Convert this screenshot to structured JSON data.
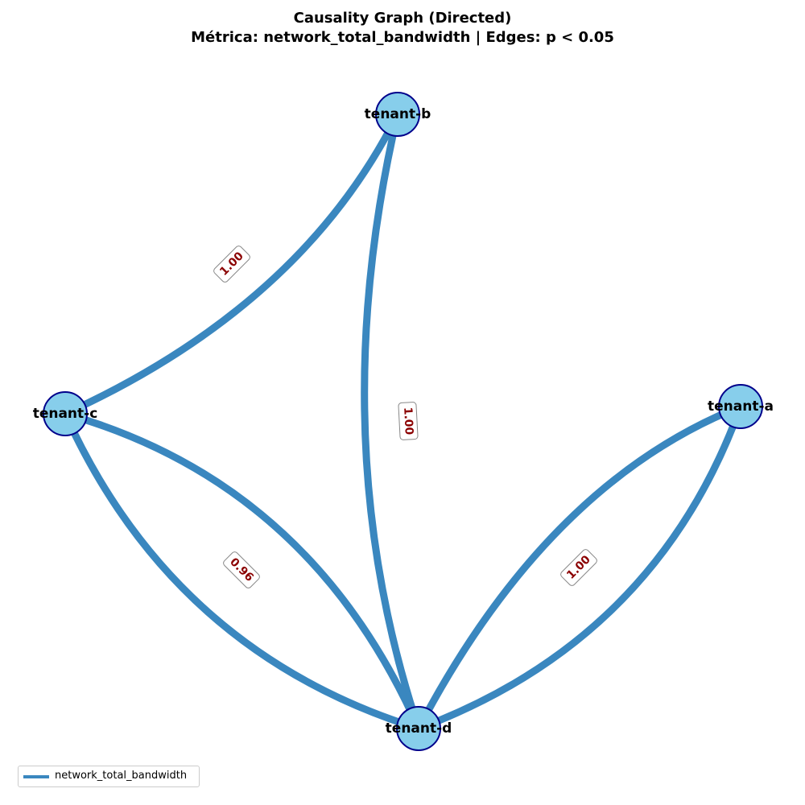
{
  "title": {
    "line1": "Causality Graph (Directed)",
    "line2": "Métrica: network_total_bandwidth | Edges: p < 0.05"
  },
  "colors": {
    "edge": "#3a87bf",
    "node_fill": "#87ceeb",
    "node_stroke": "#00008b",
    "label_text": "#8b0000",
    "label_border": "#888888"
  },
  "nodes": [
    {
      "id": "tenant-a",
      "label": "tenant-a"
    },
    {
      "id": "tenant-b",
      "label": "tenant-b"
    },
    {
      "id": "tenant-c",
      "label": "tenant-c"
    },
    {
      "id": "tenant-d",
      "label": "tenant-d"
    }
  ],
  "edges": [
    {
      "from": "tenant-c",
      "to": "tenant-b",
      "label": "1.00"
    },
    {
      "from": "tenant-d",
      "to": "tenant-b",
      "label": "1.00"
    },
    {
      "from": "tenant-c",
      "to": "tenant-d",
      "label": "0.96"
    },
    {
      "from": "tenant-d",
      "to": "tenant-c",
      "label": ""
    },
    {
      "from": "tenant-d",
      "to": "tenant-a",
      "label": "1.00"
    },
    {
      "from": "tenant-a",
      "to": "tenant-d",
      "label": ""
    }
  ],
  "legend": {
    "label": "network_total_bandwidth"
  }
}
